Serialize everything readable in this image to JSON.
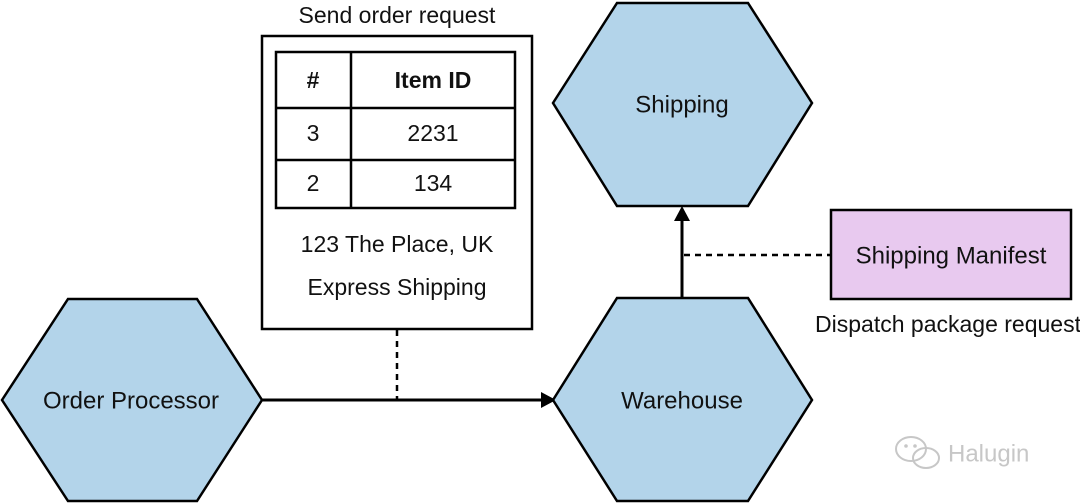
{
  "nodes": {
    "order_processor": "Order Processor",
    "warehouse": "Warehouse",
    "shipping": "Shipping",
    "shipping_manifest": "Shipping Manifest"
  },
  "captions": {
    "send_order_request": "Send order request",
    "dispatch_package_request": "Dispatch package request"
  },
  "order_card": {
    "table": {
      "headers": [
        "#",
        "Item ID"
      ],
      "rows": [
        [
          "3",
          "2231"
        ],
        [
          "2",
          "134"
        ]
      ]
    },
    "address": "123 The Place, UK",
    "shipping_method": "Express Shipping"
  },
  "watermark": {
    "text": "Halugin",
    "icon": "wechat-icon"
  },
  "colors": {
    "hexagon_fill": "#b3d4ea",
    "manifest_fill": "#e8c9ef",
    "stroke": "#000000",
    "watermark": "#c7c7c7"
  }
}
